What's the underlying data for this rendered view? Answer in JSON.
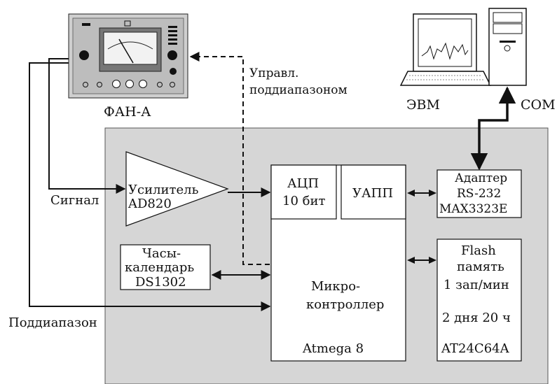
{
  "device": {
    "name": "ФАН-А"
  },
  "control_label": [
    "Управл.",
    "поддиапазоном"
  ],
  "computer": {
    "label": "ЭВМ",
    "port": "COM"
  },
  "signal_label": "Сигнал",
  "subrange_label": "Поддиапазон",
  "amplifier": {
    "line1": "Усилитель",
    "line2": "AD820"
  },
  "adc": {
    "line1": "АЦП",
    "line2": "10 бит"
  },
  "uart": {
    "label": "УАПП"
  },
  "adapter": {
    "line1": "Адаптер",
    "line2": "RS-232",
    "line3": "MAX3323E"
  },
  "clock": {
    "line1": "Часы-",
    "line2": "календарь",
    "line3": "DS1302"
  },
  "mcu": {
    "line1": "Микро-",
    "line2": "контроллер",
    "model": "Atmega 8"
  },
  "flash": {
    "line1": "Flash",
    "line2": "память",
    "line3": "1 зап/мин",
    "line4": "2 дня 20 ч",
    "model": "AT24C64A"
  },
  "colors": {
    "board": "#d6d6d6",
    "device_panel": "#c8c8c8",
    "line": "#111111"
  }
}
